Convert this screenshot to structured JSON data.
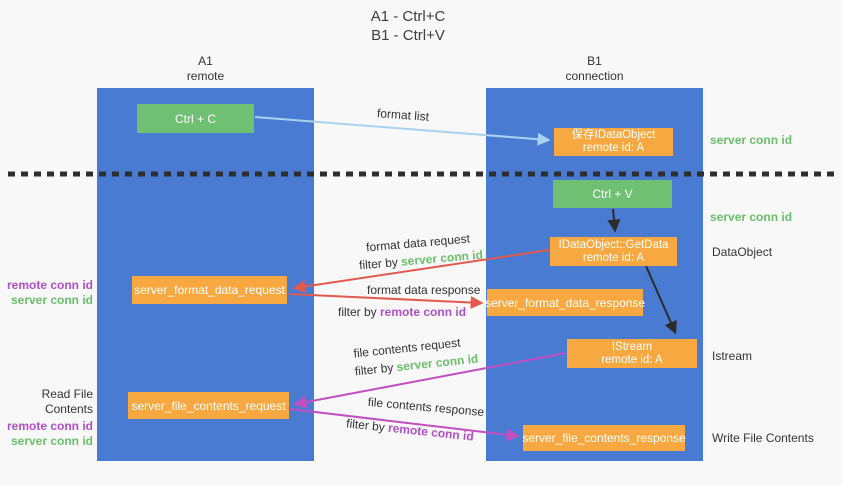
{
  "title": {
    "line1": "A1 - Ctrl+C",
    "line2": "B1 - Ctrl+V"
  },
  "lifelines": {
    "left": {
      "name": "A1",
      "role": "remote"
    },
    "right": {
      "name": "B1",
      "role": "connection"
    }
  },
  "nodes": {
    "ctrl_c": {
      "label": "Ctrl + C"
    },
    "save_idataobject": {
      "line1": "保存IDataObject",
      "line2": "remote id: A"
    },
    "ctrl_v": {
      "label": "Ctrl + V"
    },
    "getdata": {
      "line1": "IDataObject::GetData",
      "line2": "remote id: A"
    },
    "format_request": {
      "label": "server_format_data_request"
    },
    "format_response": {
      "label": "server_format_data_response"
    },
    "istream": {
      "line1": "IStream",
      "line2": "remote id: A"
    },
    "file_request": {
      "label": "server_file_contents_request"
    },
    "file_response": {
      "label": "server_file_contents_response"
    }
  },
  "arrow_labels": {
    "format_list": "format list",
    "format_data_request": "format data request",
    "format_data_request_filter": {
      "prefix": "filter by ",
      "key": "server conn id"
    },
    "format_data_response": "format data response",
    "format_data_response_filter": {
      "prefix": "filter by ",
      "key": "remote conn id"
    },
    "file_contents_request": "file contents request",
    "file_contents_request_filter": {
      "prefix": "filter by ",
      "key": "server conn id"
    },
    "file_contents_response": "file contents response",
    "file_contents_response_filter": {
      "prefix": "filter by ",
      "key": "remote conn id"
    }
  },
  "side_labels": {
    "server_conn_id_right_top": "server conn id",
    "server_conn_id_right_mid": "server conn id",
    "dataobject": "DataObject",
    "istream": "Istream",
    "write_file_contents": "Write File Contents",
    "remote_conn_id_left_1": "remote conn id",
    "server_conn_id_left_1": "server conn id",
    "read_file_contents": "Read File Contents",
    "remote_conn_id_left_2": "remote conn id",
    "server_conn_id_left_2": "server conn id"
  },
  "colors": {
    "lifeline_blue": "#4a7bd3",
    "node_orange": "#f7a840",
    "node_green": "#6fc072",
    "arrow_red": "#e25a4e",
    "arrow_magenta": "#c14fc1",
    "arrow_blue": "#a8d2f0",
    "arrow_black": "#2b2b2b",
    "text_green": "#6abf6a",
    "text_purple": "#b14fc8"
  }
}
